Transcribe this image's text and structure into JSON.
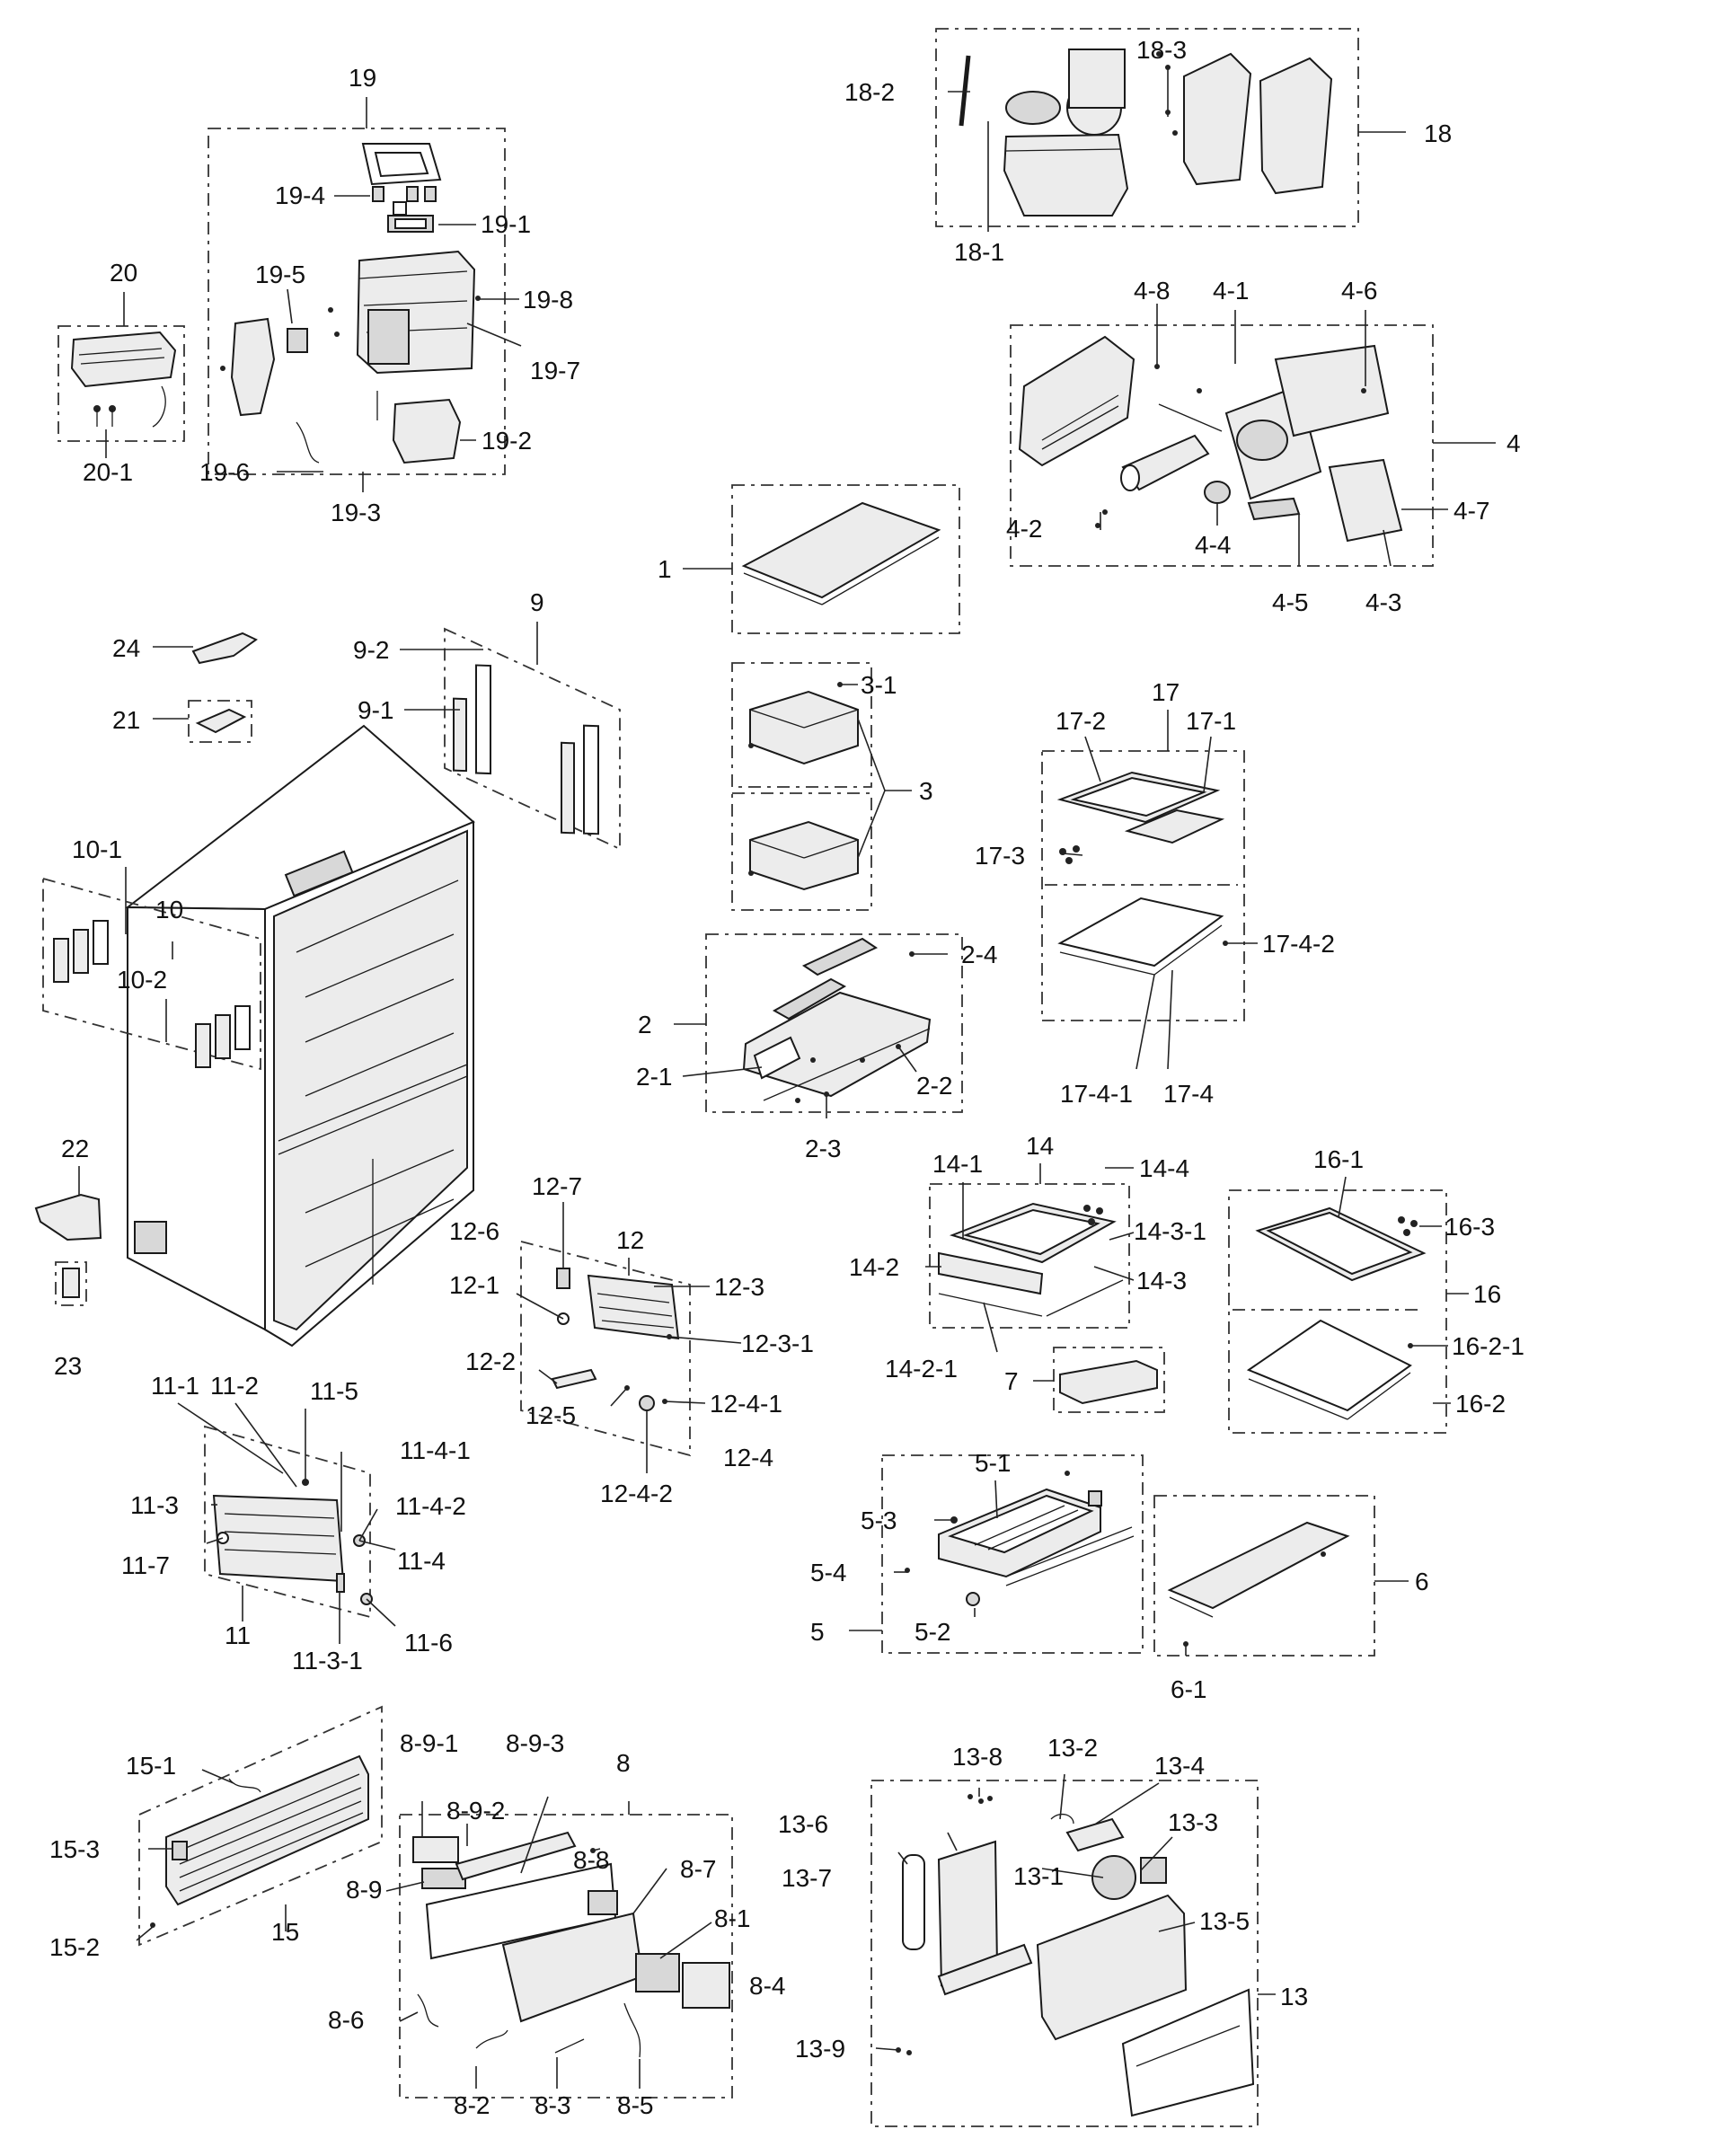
{
  "labels": {
    "p1": "1",
    "p2": "2",
    "p2_1": "2-1",
    "p2_2": "2-2",
    "p2_3": "2-3",
    "p2_4": "2-4",
    "p3": "3",
    "p3_1": "3-1",
    "p4": "4",
    "p4_1": "4-1",
    "p4_2": "4-2",
    "p4_3": "4-3",
    "p4_4": "4-4",
    "p4_5": "4-5",
    "p4_6": "4-6",
    "p4_7": "4-7",
    "p4_8": "4-8",
    "p5": "5",
    "p5_1": "5-1",
    "p5_2": "5-2",
    "p5_3": "5-3",
    "p5_4": "5-4",
    "p6": "6",
    "p6_1": "6-1",
    "p7": "7",
    "p8": "8",
    "p8_1": "8-1",
    "p8_2": "8-2",
    "p8_3": "8-3",
    "p8_4": "8-4",
    "p8_5": "8-5",
    "p8_6": "8-6",
    "p8_7": "8-7",
    "p8_8": "8-8",
    "p8_9": "8-9",
    "p8_9_1": "8-9-1",
    "p8_9_2": "8-9-2",
    "p8_9_3": "8-9-3",
    "p9": "9",
    "p9_1": "9-1",
    "p9_2": "9-2",
    "p10": "10",
    "p10_1": "10-1",
    "p10_2": "10-2",
    "p11": "11",
    "p11_1": "11-1",
    "p11_2": "11-2",
    "p11_3": "11-3",
    "p11_3_1": "11-3-1",
    "p11_4": "11-4",
    "p11_4_1": "11-4-1",
    "p11_4_2": "11-4-2",
    "p11_5": "11-5",
    "p11_6": "11-6",
    "p11_7": "11-7",
    "p12": "12",
    "p12_1": "12-1",
    "p12_2": "12-2",
    "p12_3": "12-3",
    "p12_3_1": "12-3-1",
    "p12_4": "12-4",
    "p12_4_1": "12-4-1",
    "p12_4_2": "12-4-2",
    "p12_5": "12-5",
    "p12_6": "12-6",
    "p12_7": "12-7",
    "p13": "13",
    "p13_1": "13-1",
    "p13_2": "13-2",
    "p13_3": "13-3",
    "p13_4": "13-4",
    "p13_5": "13-5",
    "p13_6": "13-6",
    "p13_7": "13-7",
    "p13_8": "13-8",
    "p13_9": "13-9",
    "p14": "14",
    "p14_1": "14-1",
    "p14_2": "14-2",
    "p14_2_1": "14-2-1",
    "p14_3": "14-3",
    "p14_3_1": "14-3-1",
    "p14_4": "14-4",
    "p15": "15",
    "p15_1": "15-1",
    "p15_2": "15-2",
    "p15_3": "15-3",
    "p16": "16",
    "p16_1": "16-1",
    "p16_2": "16-2",
    "p16_2_1": "16-2-1",
    "p16_3": "16-3",
    "p17": "17",
    "p17_1": "17-1",
    "p17_2": "17-2",
    "p17_3": "17-3",
    "p17_4": "17-4",
    "p17_4_1": "17-4-1",
    "p17_4_2": "17-4-2",
    "p18": "18",
    "p18_1": "18-1",
    "p18_2": "18-2",
    "p18_3": "18-3",
    "p19": "19",
    "p19_1": "19-1",
    "p19_2": "19-2",
    "p19_3": "19-3",
    "p19_4": "19-4",
    "p19_5": "19-5",
    "p19_6": "19-6",
    "p19_7": "19-7",
    "p19_8": "19-8",
    "p20": "20",
    "p20_1": "20-1",
    "p21": "21",
    "p22": "22",
    "p23": "23",
    "p24": "24"
  }
}
